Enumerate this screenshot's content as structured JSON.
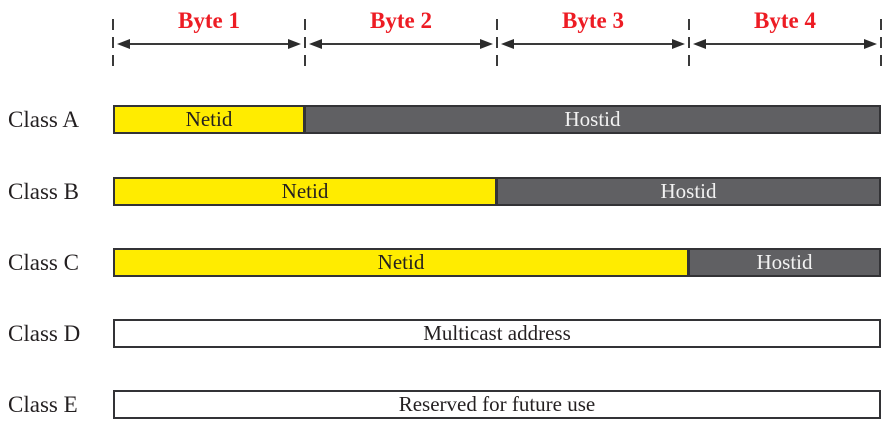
{
  "colors": {
    "netid_yellow": "#FFEC00",
    "hostid_gray": "#606063",
    "byte_label_red": "#ED1C24",
    "line_dark": "#3a3a3a",
    "text_dark": "#231f20",
    "hostid_text": "#f2f2f2"
  },
  "ruler": {
    "byte_labels": [
      "Byte 1",
      "Byte 2",
      "Byte 3",
      "Byte 4"
    ]
  },
  "rows": [
    {
      "label": "Class A",
      "segments": [
        {
          "text": "Netid",
          "type": "netid",
          "bytes": 1
        },
        {
          "text": "Hostid",
          "type": "hostid",
          "bytes": 3
        }
      ]
    },
    {
      "label": "Class B",
      "segments": [
        {
          "text": "Netid",
          "type": "netid",
          "bytes": 2
        },
        {
          "text": "Hostid",
          "type": "hostid",
          "bytes": 2
        }
      ]
    },
    {
      "label": "Class C",
      "segments": [
        {
          "text": "Netid",
          "type": "netid",
          "bytes": 3
        },
        {
          "text": "Hostid",
          "type": "hostid",
          "bytes": 1
        }
      ]
    },
    {
      "label": "Class D",
      "segments": [
        {
          "text": "Multicast address",
          "type": "plain",
          "bytes": 4
        }
      ]
    },
    {
      "label": "Class E",
      "segments": [
        {
          "text": "Reserved for future use",
          "type": "plain",
          "bytes": 4
        }
      ]
    }
  ]
}
